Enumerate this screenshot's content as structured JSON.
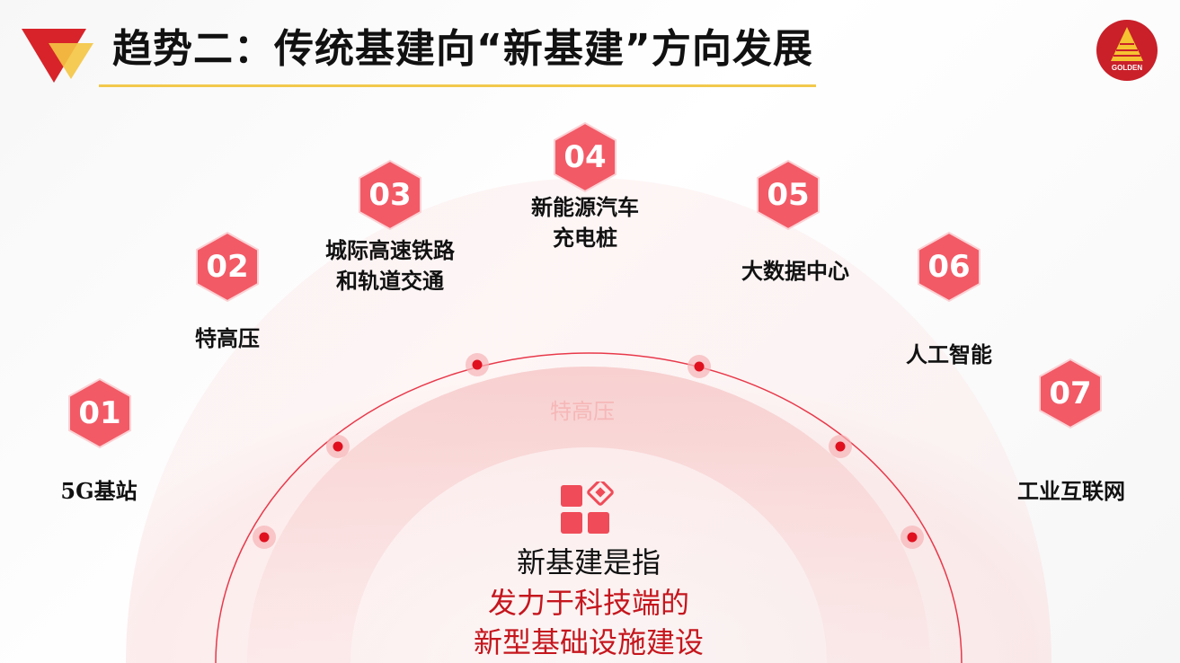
{
  "title": "趋势二：传统基建向“新基建”方向发展",
  "logo_right_text": "GOLDEN",
  "ghost_text": "特高压",
  "items": [
    {
      "num": "01",
      "label": "5G基站"
    },
    {
      "num": "02",
      "label": "特高压"
    },
    {
      "num": "03",
      "label": "城际高速铁路\n和轨道交通"
    },
    {
      "num": "04",
      "label": "新能源汽车\n充电桩"
    },
    {
      "num": "05",
      "label": "大数据中心"
    },
    {
      "num": "06",
      "label": "人工智能"
    },
    {
      "num": "07",
      "label": "工业互联网"
    }
  ],
  "description": {
    "line1": "新基建是指",
    "line2": "发力于科技端的",
    "line3": "新型基础设施建设"
  },
  "colors": {
    "accent": "#e8394a",
    "hex_fill": "#f25a66",
    "arc_fill": "#f9d6d6",
    "highlight": "#c5161d",
    "underline": "#f2c94c"
  }
}
